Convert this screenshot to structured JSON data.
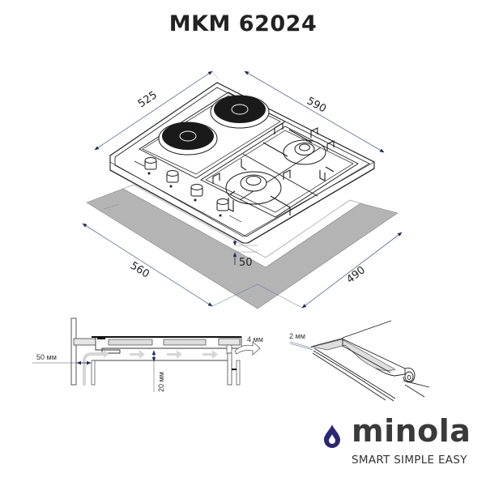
{
  "title": "MKM 62024",
  "dimensions": {
    "hob_depth": "525",
    "hob_width": "590",
    "cutout_width": "560",
    "cutout_depth": "490",
    "min_distance_front": "50"
  },
  "installation_section": {
    "side_gap": "50 мм",
    "air_gap": "20 мм",
    "rear_vent": "4 мм"
  },
  "seal_detail": {
    "seal_thickness": "2 мм"
  },
  "brand": {
    "name": "minola",
    "slogan": "SMART SIMPLE EASY",
    "logo_color": "#2b2770",
    "text_color": "#3a3a3a"
  },
  "colors": {
    "dimension_line": "#5a6a8a",
    "arrow": "#1f2a5a",
    "cutout_fill": "#b4b4b4",
    "burner_fill": "#1a1a1a",
    "airflow": "#d6d6d6"
  }
}
